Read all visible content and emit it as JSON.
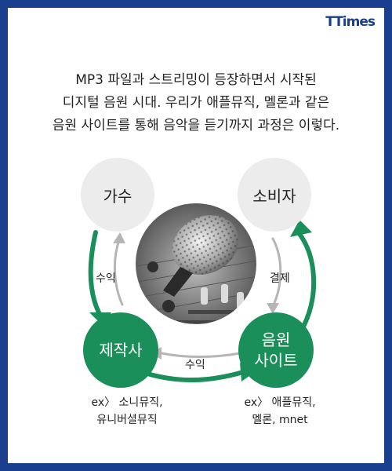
{
  "brand": {
    "logo": "TTimes"
  },
  "intro": {
    "lines": [
      "MP3 파일과 스트리밍이 등장하면서 시작된",
      "디지털 음원 시대. 우리가 애플뮤직, 멜론과 같은",
      "음원 사이트를 통해 음악을 듣기까지 과정은 이렇다."
    ]
  },
  "nodes": {
    "singer": "가수",
    "consumer": "소비자",
    "producer": "제작사",
    "music_site_line1": "음원",
    "music_site_line2": "사이트"
  },
  "flows": {
    "left": "수익",
    "right": "결제",
    "bottom": "수익"
  },
  "examples": {
    "producer": [
      "ex〉 소니뮤직,",
      "유니버셜뮤직"
    ],
    "music_site": [
      "ex〉 애플뮤직,",
      "멜론, mnet"
    ]
  },
  "colors": {
    "frame": "#1a3f8f",
    "green": "#1a8f5a",
    "node_gray": "#ececec",
    "arrow_gray": "#b5b5b5"
  }
}
